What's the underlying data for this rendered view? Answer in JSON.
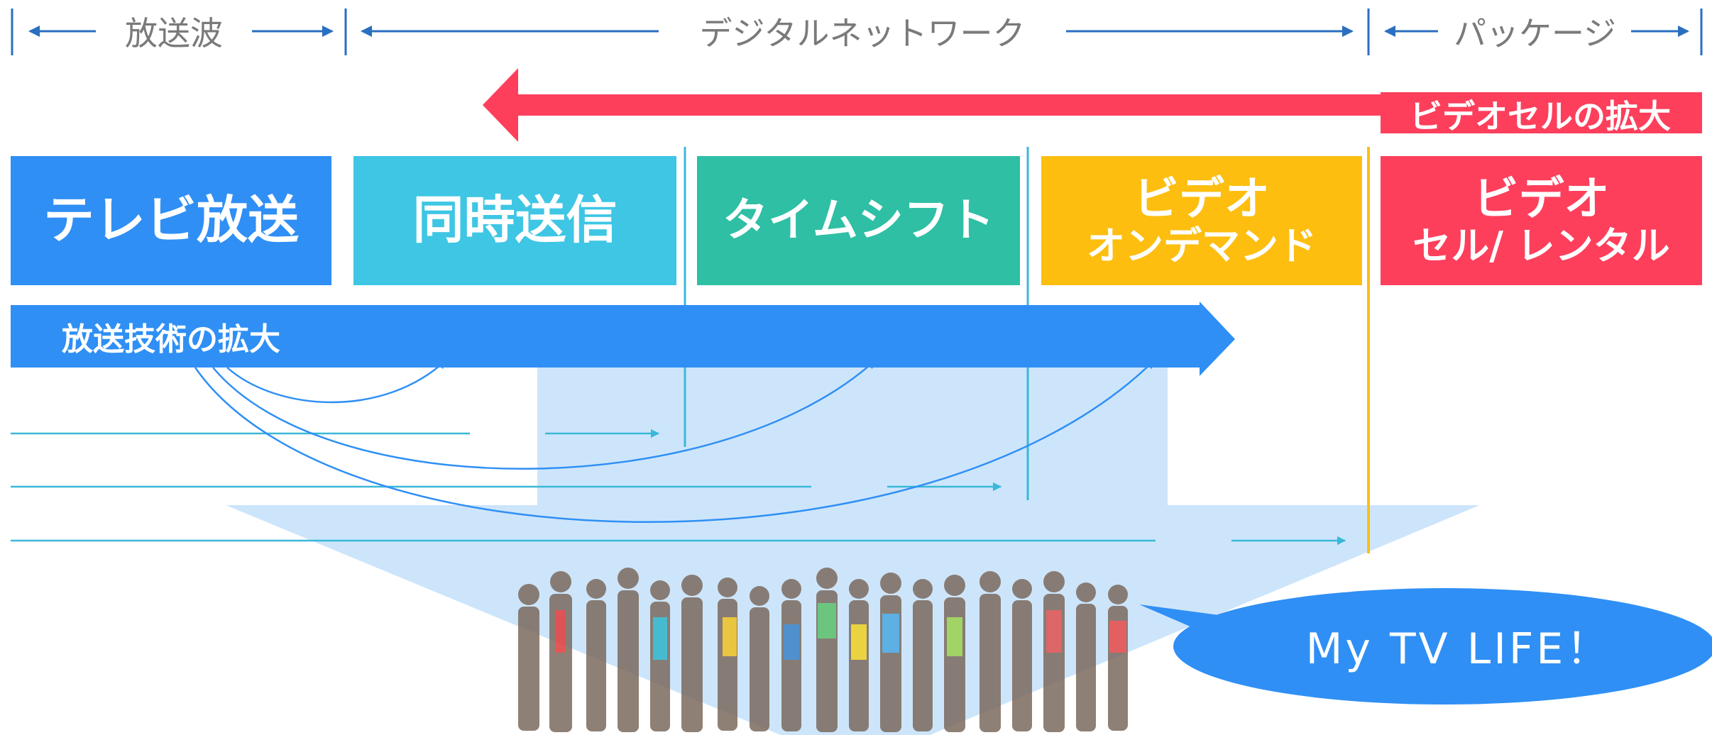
{
  "ranges": {
    "broadcast": "放送波",
    "digital_network": "デジタルネットワーク",
    "package": "パッケージ"
  },
  "boxes": {
    "tv": {
      "text": "テレビ放送",
      "color": "#2f8ff5"
    },
    "simulcast": {
      "text": "同時送信",
      "color": "#3ec6e4"
    },
    "timeshift": {
      "text": "タイムシフト",
      "color": "#2ebfa5"
    },
    "vod": {
      "line1": "ビデオ",
      "line2": "オンデマンド",
      "color": "#fdbe10"
    },
    "sell": {
      "line1": "ビデオ",
      "line2": "セル/ レンタル",
      "color": "#fd3f5c"
    }
  },
  "bars": {
    "sell_expansion": "ビデオセルの拡大",
    "broadcast_tech": "放送技術の拡大"
  },
  "bubble": {
    "text": "My TV LIFE！",
    "color": "#2f8ff5"
  }
}
